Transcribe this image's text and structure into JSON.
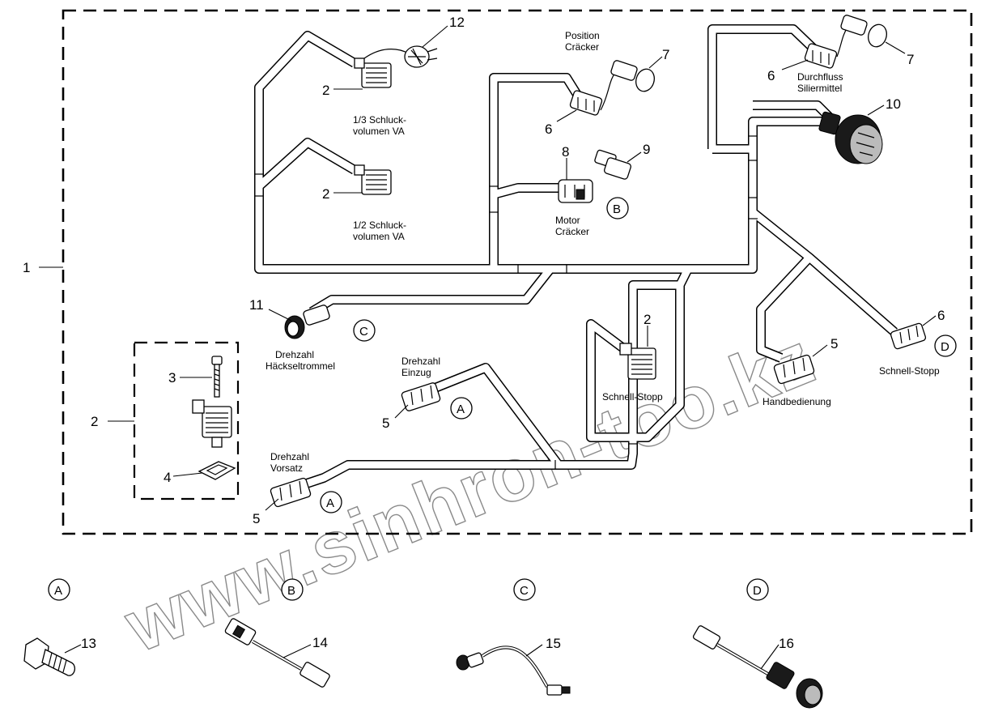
{
  "labels": {
    "n1": "1",
    "n2a": "2",
    "n2b": "2",
    "n2c": "2",
    "n2d": "2",
    "n3": "3",
    "n4": "4",
    "n5a": "5",
    "n5b": "5",
    "n5c": "5",
    "n6a": "6",
    "n6b": "6",
    "n6c": "6",
    "n7a": "7",
    "n7b": "7",
    "n8": "8",
    "n9": "9",
    "n10": "10",
    "n11": "11",
    "n12": "12",
    "n13": "13",
    "n14": "14",
    "n15": "15",
    "n16": "16",
    "schluck13_l1": "1/3 Schluck-",
    "schluck13_l2": "volumen VA",
    "schluck12_l1": "1/2 Schluck-",
    "schluck12_l2": "volumen VA",
    "position_l1": "Position",
    "position_l2": "Cräcker",
    "motor_l1": "Motor",
    "motor_l2": "Cräcker",
    "durchfluss_l1": "Durchfluss",
    "durchfluss_l2": "Siliermittel",
    "haeckseltrommel_l1": "Drehzahl",
    "haeckseltrommel_l2": "Häckseltrommel",
    "einzug_l1": "Drehzahl",
    "einzug_l2": "Einzug",
    "vorsatz_l1": "Drehzahl",
    "vorsatz_l2": "Vorsatz",
    "schnellstopp_mid": "Schnell-Stopp",
    "schnellstopp_right": "Schnell-Stopp",
    "handbedienung": "Handbedienung",
    "A1": "A",
    "A2": "A",
    "B1": "B",
    "C1": "C",
    "D1": "D",
    "A_bottom": "A",
    "B_bottom": "B",
    "C_bottom": "C",
    "D_bottom": "D"
  },
  "watermark": "www.sinhron-too.kz"
}
